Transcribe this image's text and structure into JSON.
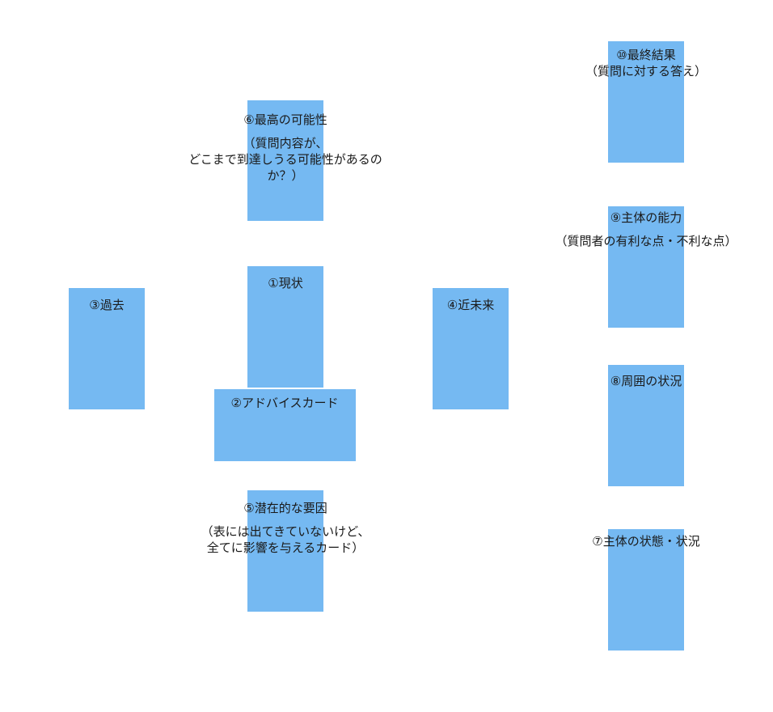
{
  "diagram": {
    "cards": [
      {
        "id": "card-1",
        "lines": [
          "①現状"
        ]
      },
      {
        "id": "card-2",
        "lines": [
          "②アドバイスカード"
        ]
      },
      {
        "id": "card-3",
        "lines": [
          "③過去"
        ]
      },
      {
        "id": "card-4",
        "lines": [
          "④近未来"
        ]
      },
      {
        "id": "card-5",
        "title": "⑤潜在的な要因",
        "lines": [
          "（表には出てきていないけど、",
          "全てに影響を与えるカード）"
        ]
      },
      {
        "id": "card-6",
        "title": "⑥最高の可能性",
        "lines": [
          "（質問内容が、",
          "どこまで到達しうる可能性があるの",
          "か？）"
        ]
      },
      {
        "id": "card-7",
        "lines": [
          "⑦主体の状態・状況"
        ]
      },
      {
        "id": "card-8",
        "lines": [
          "⑧周囲の状況"
        ]
      },
      {
        "id": "card-9",
        "title": "⑨主体の能力",
        "lines": [
          "（質問者の有利な点・不利な点）"
        ]
      },
      {
        "id": "card-10",
        "lines": [
          "⑩最終結果",
          "（質問に対する答え）"
        ]
      }
    ]
  }
}
